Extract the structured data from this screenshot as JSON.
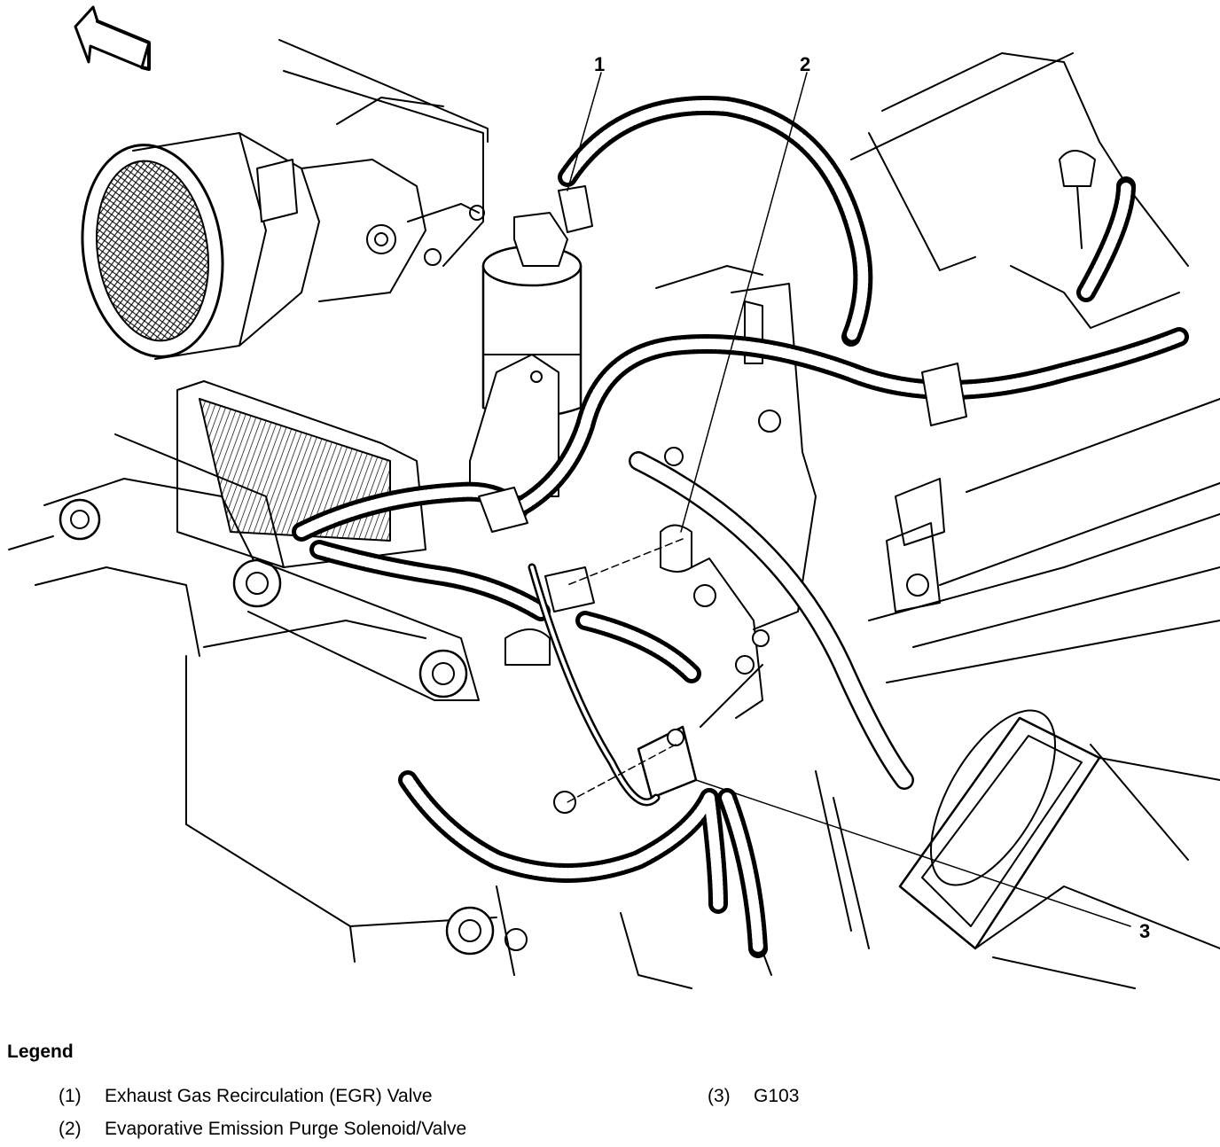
{
  "diagram": {
    "callouts": [
      "1",
      "2",
      "3"
    ]
  },
  "legend": {
    "title": "Legend",
    "items": [
      {
        "num": "(1)",
        "label": "Exhaust Gas Recirculation (EGR) Valve"
      },
      {
        "num": "(2)",
        "label": "Evaporative Emission Purge Solenoid/Valve"
      },
      {
        "num": "(3)",
        "label": "G103"
      }
    ]
  }
}
